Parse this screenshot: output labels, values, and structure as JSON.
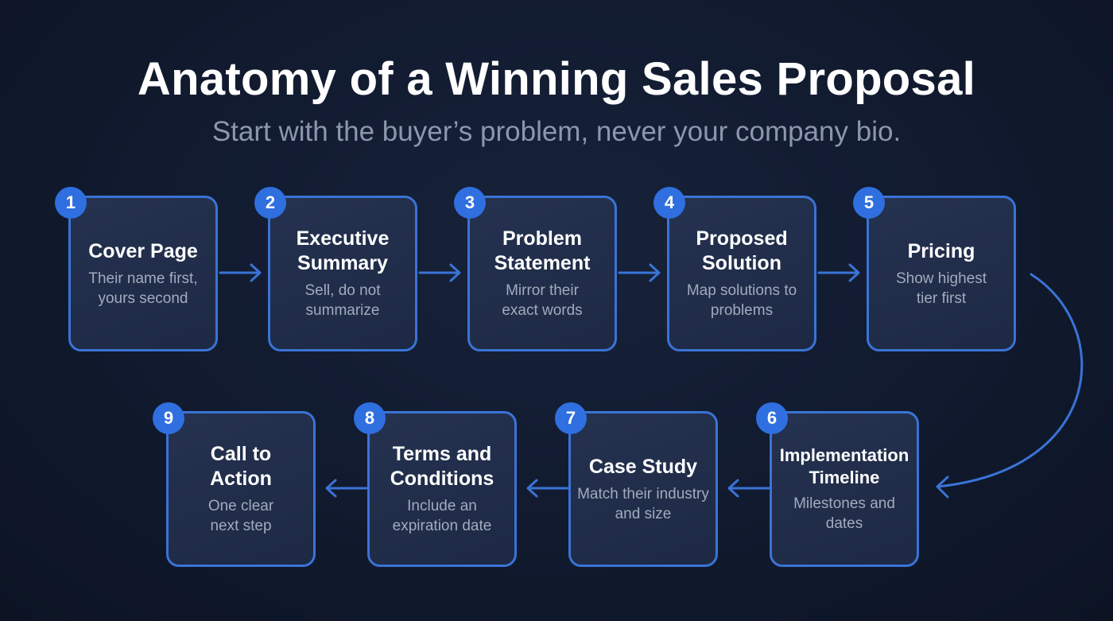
{
  "header": {
    "title": "Anatomy of a Winning Sales Proposal",
    "subtitle": "Start with the buyer’s problem, never your company bio."
  },
  "colors": {
    "background": "#111a2e",
    "accent": "#3a73d6",
    "badge": "#2f6fe0",
    "box_fill": "#222e4a",
    "subtitle_text": "#8c97ad"
  },
  "steps": [
    {
      "number": "1",
      "title": "Cover Page",
      "description": "Their name first, yours second"
    },
    {
      "number": "2",
      "title": "Executive Summary",
      "description": "Sell, do not summarize"
    },
    {
      "number": "3",
      "title": "Problem Statement",
      "description": "Mirror their exact words"
    },
    {
      "number": "4",
      "title": "Proposed Solution",
      "description": "Map solutions to problems"
    },
    {
      "number": "5",
      "title": "Pricing",
      "description": "Show highest tier first"
    },
    {
      "number": "6",
      "title": "Implementation Timeline",
      "description": "Milestones and dates"
    },
    {
      "number": "7",
      "title": "Case Study",
      "description": "Match their industry and size"
    },
    {
      "number": "8",
      "title": "Terms and Conditions",
      "description": "Include an expiration date"
    },
    {
      "number": "9",
      "title": "Call to Action",
      "description": "One clear next step"
    }
  ]
}
